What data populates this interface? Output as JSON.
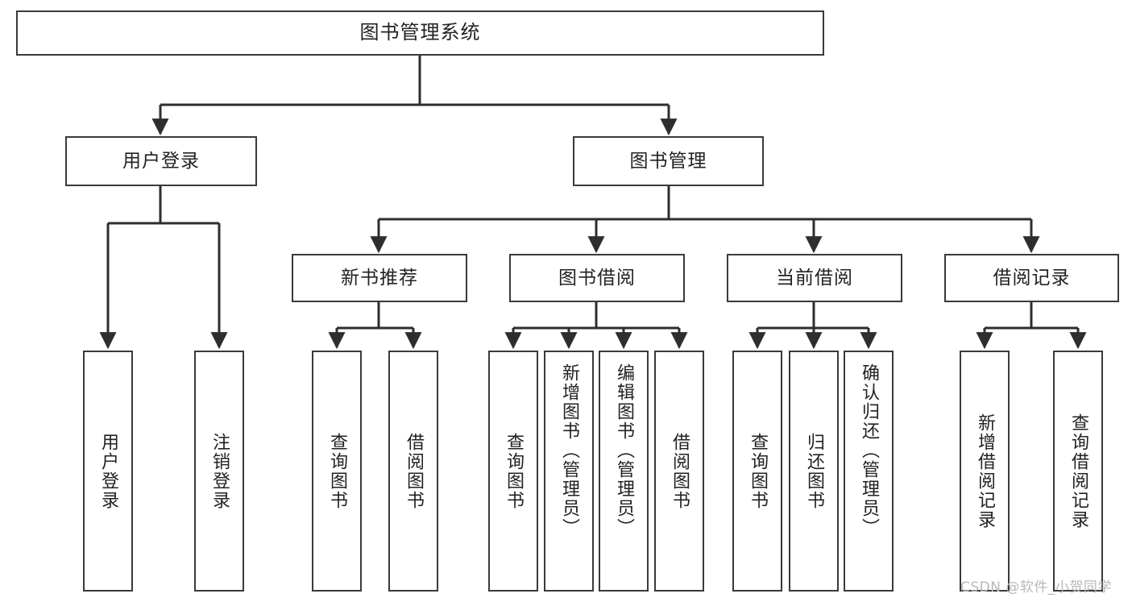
{
  "diagram": {
    "title": "图书管理系统",
    "type": "tree-hierarchy",
    "root": {
      "id": "root",
      "label": "图书管理系统"
    },
    "level2": [
      {
        "id": "user-login",
        "label": "用户登录"
      },
      {
        "id": "book-manage",
        "label": "图书管理"
      }
    ],
    "level3": [
      {
        "id": "new-book-recommend",
        "label": "新书推荐",
        "parent": "book-manage"
      },
      {
        "id": "book-borrow",
        "label": "图书借阅",
        "parent": "book-manage"
      },
      {
        "id": "current-borrow",
        "label": "当前借阅",
        "parent": "book-manage"
      },
      {
        "id": "borrow-record",
        "label": "借阅记录",
        "parent": "book-manage"
      }
    ],
    "leaves": [
      {
        "id": "leaf-user-login",
        "label": "用户登录",
        "parent": "user-login"
      },
      {
        "id": "leaf-user-logout",
        "label": "注销登录",
        "parent": "user-login"
      },
      {
        "id": "leaf-query-book-1",
        "label": "查询图书",
        "parent": "new-book-recommend"
      },
      {
        "id": "leaf-borrow-book-1",
        "label": "借阅图书",
        "parent": "new-book-recommend"
      },
      {
        "id": "leaf-query-book-2",
        "label": "查询图书",
        "parent": "book-borrow"
      },
      {
        "id": "leaf-add-book",
        "label": "新增图书（管理员）",
        "parent": "book-borrow"
      },
      {
        "id": "leaf-edit-book",
        "label": "编辑图书（管理员）",
        "parent": "book-borrow"
      },
      {
        "id": "leaf-borrow-book-2",
        "label": "借阅图书",
        "parent": "book-borrow"
      },
      {
        "id": "leaf-query-book-3",
        "label": "查询图书",
        "parent": "current-borrow"
      },
      {
        "id": "leaf-return-book",
        "label": "归还图书",
        "parent": "current-borrow"
      },
      {
        "id": "leaf-confirm-return",
        "label": "确认归还（管理员）",
        "parent": "current-borrow"
      },
      {
        "id": "leaf-add-record",
        "label": "新增借阅记录",
        "parent": "borrow-record"
      },
      {
        "id": "leaf-query-record",
        "label": "查询借阅记录",
        "parent": "borrow-record"
      }
    ]
  },
  "watermark": {
    "text": "CSDN @软件_小贺同学"
  },
  "colors": {
    "background": "#ffffff",
    "box_border": "#3a3a3a",
    "box_fill": "#ffffff",
    "text": "#222222",
    "connector": "#2e2e2e",
    "watermark": "#b9b9b9"
  }
}
